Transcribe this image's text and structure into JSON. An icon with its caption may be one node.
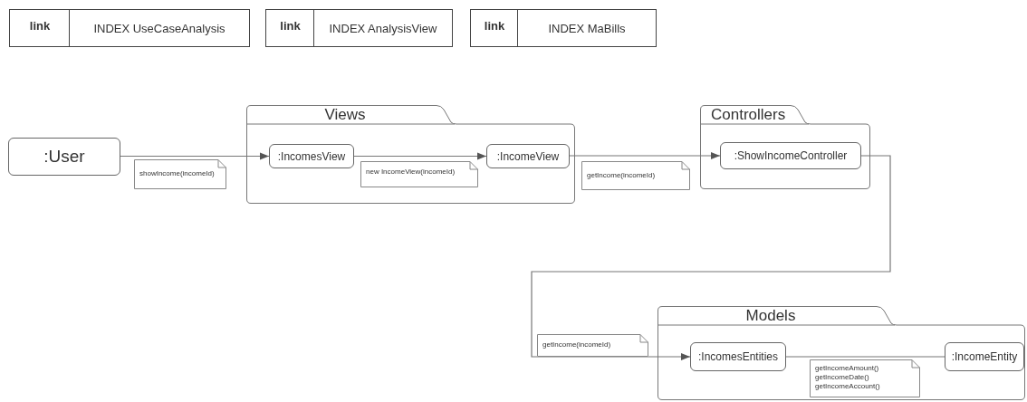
{
  "diagram": {
    "nodes": [
      {
        "text": [
          "link",
          "INDEX UseCaseAnalysis"
        ]
      },
      {
        "text": [
          "link",
          "INDEX AnalysisView"
        ]
      },
      {
        "text": [
          "link",
          "INDEX MaBills"
        ]
      },
      {
        "text": [
          ":User"
        ]
      },
      {
        "text": [
          "Views"
        ]
      },
      {
        "text": [
          ":IncomesView"
        ],
        "in": 4
      },
      {
        "text": [
          ":IncomeView"
        ],
        "in": 4
      },
      {
        "text": [
          "Controllers"
        ]
      },
      {
        "text": [
          ":ShowIncomeController"
        ],
        "in": 7
      },
      {
        "text": [
          "Models"
        ]
      },
      {
        "text": [
          ":IncomesEntities"
        ],
        "in": 9
      },
      {
        "text": [
          ":IncomeEntity"
        ],
        "in": 9
      }
    ],
    "edges": [
      {
        "from": 3,
        "to": 5,
        "arrow": "to",
        "label": "showIncome(incomeId)"
      },
      {
        "from": 5,
        "to": 6,
        "arrow": "to",
        "label": "new IncomeView(incomeId)"
      },
      {
        "from": 6,
        "to": 8,
        "arrow": "to",
        "label": "getIncome(incomeId)"
      },
      {
        "from": 8,
        "to": 10,
        "arrow": "to",
        "label": "getIncome(incomeId)"
      },
      {
        "from": 10,
        "to": 11,
        "arrow": "none",
        "label": "getIncomeAmount() getIncomeDate() getIncomeAccount()"
      }
    ]
  }
}
